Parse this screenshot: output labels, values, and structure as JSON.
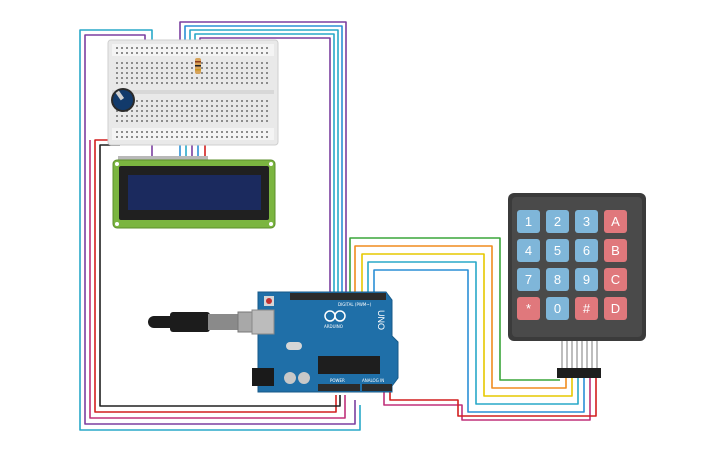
{
  "colors": {
    "wire_green": "#3aa53a",
    "wire_orange": "#f08c1e",
    "wire_yellow": "#e6c800",
    "wire_blue": "#2b8fd6",
    "wire_purple": "#7b3fa0",
    "wire_red": "#d21e1e",
    "wire_black": "#202020",
    "wire_cyan": "#28a8c8",
    "wire_magenta": "#c0307a",
    "keypad_blue": "#7fb6d9",
    "keypad_red": "#e0787c",
    "arduino_blue": "#1f6fa8",
    "lcd_green": "#7bb540",
    "lcd_screen": "#1b2a5e",
    "pot_blue": "#123a6b"
  },
  "keypad": {
    "rows": [
      [
        "1",
        "2",
        "3",
        "A"
      ],
      [
        "4",
        "5",
        "6",
        "B"
      ],
      [
        "7",
        "8",
        "9",
        "C"
      ],
      [
        "*",
        "0",
        "#",
        "D"
      ]
    ]
  },
  "arduino": {
    "logo_text": "UNO",
    "brand_text": "ARDUINO",
    "digital_label": "DIGITAL (PWM~)",
    "power_label": "POWER",
    "analog_label": "ANALOG IN"
  },
  "icons": {
    "usb_cable": "usb-cable-icon",
    "potentiometer": "potentiometer-icon",
    "resistor": "resistor-icon"
  }
}
